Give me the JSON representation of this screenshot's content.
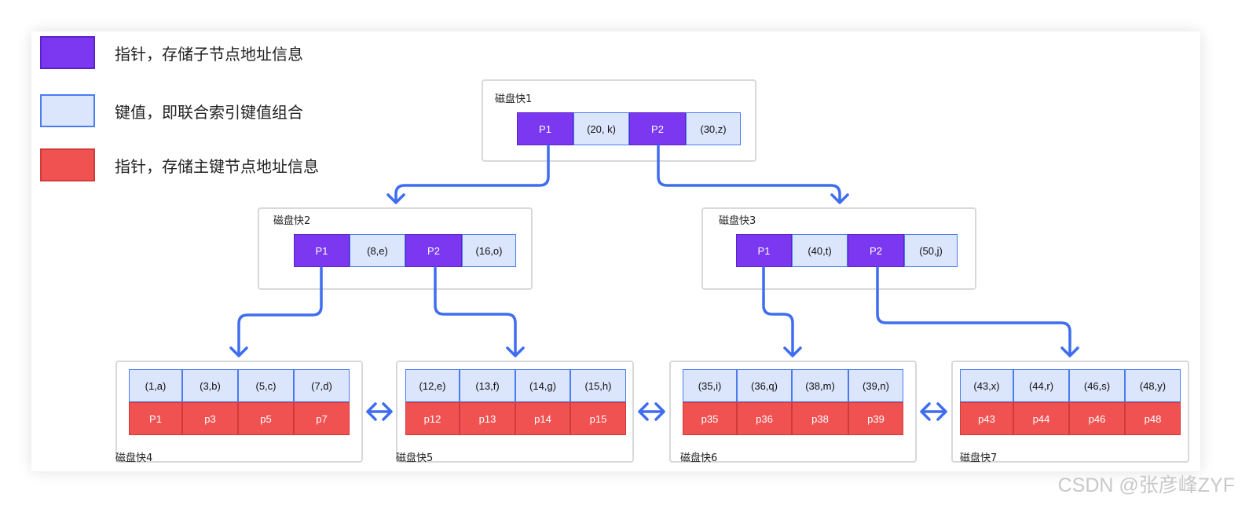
{
  "legend": [
    {
      "label": "指针，存储子节点地址信息",
      "color": "#7b38f0"
    },
    {
      "label": "键值，即联合索引键值组合",
      "color": "#dbe5fb"
    },
    {
      "label": "指针，存储主键节点地址信息",
      "color": "#f05252"
    }
  ],
  "root": {
    "title": "磁盘快1",
    "cells": [
      "P1",
      "(20, k)",
      "P2",
      "(30,z)"
    ]
  },
  "internal": [
    {
      "title": "磁盘快2",
      "cells": [
        "P1",
        "(8,e)",
        "P2",
        "(16,o)"
      ]
    },
    {
      "title": "磁盘快3",
      "cells": [
        "P1",
        "(40,t)",
        "P2",
        "(50,j)"
      ]
    }
  ],
  "leaves": [
    {
      "title": "磁盘快4",
      "keys": [
        "(1,a)",
        "(3,b)",
        "(5,c)",
        "(7,d)"
      ],
      "pks": [
        "P1",
        "p3",
        "p5",
        "p7"
      ]
    },
    {
      "title": "磁盘快5",
      "keys": [
        "(12,e)",
        "(13,f)",
        "(14,g)",
        "(15,h)"
      ],
      "pks": [
        "p12",
        "p13",
        "p14",
        "p15"
      ]
    },
    {
      "title": "磁盘快6",
      "keys": [
        "(35,i)",
        "(36,q)",
        "(38,m)",
        "(39,n)"
      ],
      "pks": [
        "p35",
        "p36",
        "p38",
        "p39"
      ]
    },
    {
      "title": "磁盘快7",
      "keys": [
        "(43,x)",
        "(44,r)",
        "(46,s)",
        "(48,y)"
      ],
      "pks": [
        "p43",
        "p44",
        "p46",
        "p48"
      ]
    }
  ],
  "colors": {
    "pointer": "#7b38f0",
    "key": "#dbe5fb",
    "primary_key_pointer": "#f05252",
    "arrow": "#3f6df0"
  },
  "watermark": "CSDN @张彦峰ZYF"
}
